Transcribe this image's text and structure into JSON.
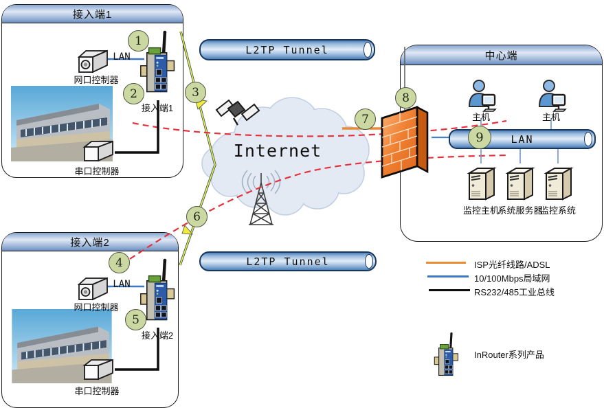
{
  "site1": {
    "title": "接入端1",
    "camera_label": "网口控制器",
    "lan_label": "LAN",
    "router_label": "接入端1",
    "serial_label": "串口控制器"
  },
  "site2": {
    "title": "接入端2",
    "camera_label": "网口控制器",
    "lan_label": "LAN",
    "router_label": "接入端2",
    "serial_label": "串口控制器"
  },
  "center": {
    "title": "中心端",
    "hosts": [
      "主机",
      "主机"
    ],
    "lan_label": "LAN",
    "servers": [
      "监控主机",
      "系统服务器",
      "监控系统"
    ]
  },
  "internet": {
    "label": "Internet"
  },
  "tunnel_top": {
    "label": "L2TP Tunnel"
  },
  "tunnel_bottom": {
    "label": "L2TP Tunnel"
  },
  "badges": [
    "1",
    "2",
    "3",
    "4",
    "5",
    "6",
    "7",
    "8",
    "9"
  ],
  "legend": {
    "items": [
      {
        "label": "ISP光纤线路/ADSL",
        "color": "#ED8B33"
      },
      {
        "label": "10/100Mbps局域网",
        "color": "#3C77C2"
      },
      {
        "label": "RS232/485工业总线",
        "color": "#0D0D0D"
      }
    ],
    "product_label": "InRouter系列产品"
  },
  "colors": {
    "vpn_dashed_red": "#E4323C",
    "badge_fill": "#CCD8A2",
    "firewall_orange": "#ED7D31",
    "lan_blue": "#4472C4",
    "wireless_link_yellow": "#F2EA3A"
  }
}
